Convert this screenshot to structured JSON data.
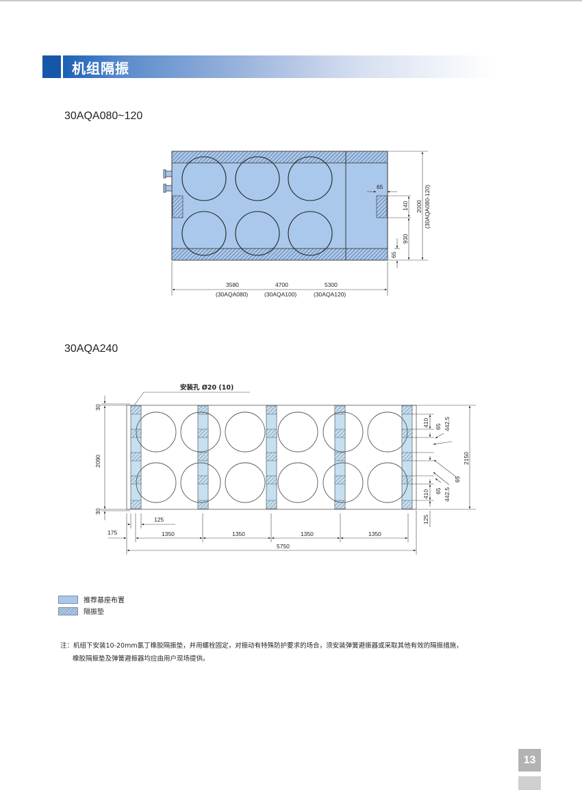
{
  "header": {
    "title": "机组隔振"
  },
  "diagram1": {
    "model_label": "30AQA080~120",
    "dims": {
      "pad_offset": "65",
      "pad_height": "140",
      "lower_gap": "930",
      "bottom_pad": "65",
      "total_height": "2000",
      "total_height_note": "(30AQA080-120)",
      "lengths": [
        {
          "value": "3580",
          "model": "(30AQA080)"
        },
        {
          "value": "4700",
          "model": "(30AQA100)"
        },
        {
          "value": "5300",
          "model": "(30AQA120)"
        }
      ]
    }
  },
  "diagram2": {
    "model_label": "30AQA240",
    "hole_label": "安装孔  Ø20 (10)",
    "dims": {
      "top_margin": "30",
      "inner_height": "2090",
      "bottom_margin": "30",
      "pad_width": "125",
      "left_offset": "175",
      "spacings": [
        "1350",
        "1350",
        "1350",
        "1350"
      ],
      "total_length": "5750",
      "right_410_top": "410",
      "right_65_top": "65",
      "right_4425_top": "442.5",
      "total_width": "2150",
      "right_65_mid": "65",
      "right_410_bot": "410",
      "right_65_bot": "65",
      "right_4425_bot": "442.5",
      "right_125": "125"
    }
  },
  "legend": {
    "items": [
      {
        "label": "推荐基座布置",
        "color": "#a9c8ec"
      },
      {
        "label": "隔振垫",
        "color": "#7d9fc8"
      }
    ]
  },
  "note": {
    "line1": "注：机组下安装10-20mm氯丁橡胶隔振垫，并用螺栓固定，对振动有特殊防护要求的场合，须安装弹簧避振器或采取其他有效的隔振措施，",
    "line2": "橡胶隔振垫及弹簧避振器均应由用户现场提供。"
  },
  "page": {
    "number": "13"
  },
  "colors": {
    "banner": "#1a5fb4",
    "base_fill": "#a9c8ec",
    "rail_fill": "#c5e0f0",
    "pad_hatch": "#4a5d7a"
  }
}
